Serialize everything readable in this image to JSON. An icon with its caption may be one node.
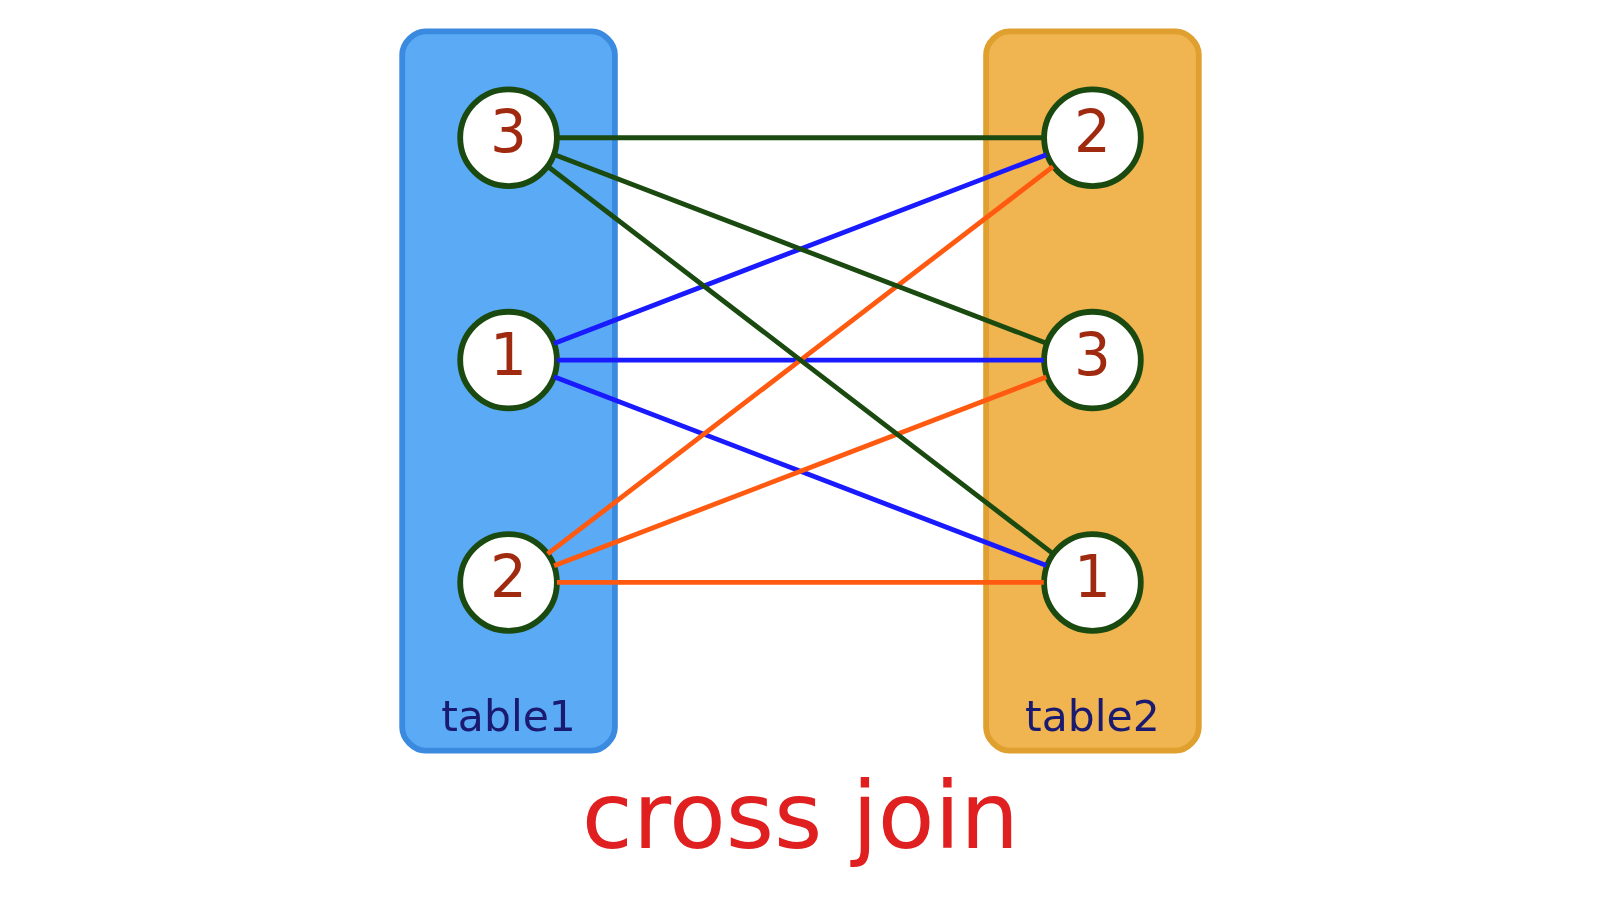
{
  "diagram": {
    "title": "cross join",
    "nodes": [
      {
        "text": [
          "table1"
        ]
      },
      {
        "text": [
          "1"
        ],
        "in": 0
      },
      {
        "text": [
          "2"
        ],
        "in": 0
      },
      {
        "text": [
          "3"
        ],
        "in": 0
      },
      {
        "text": [
          "table2"
        ]
      },
      {
        "text": [
          "1"
        ],
        "in": 4
      },
      {
        "text": [
          "2"
        ],
        "in": 4
      },
      {
        "text": [
          "3"
        ],
        "in": 4
      }
    ],
    "edges": [
      {
        "from": 1,
        "to": 5,
        "arrow": "none",
        "color": "#1a1aff"
      },
      {
        "from": 1,
        "to": 6,
        "arrow": "none",
        "color": "#1a1aff"
      },
      {
        "from": 1,
        "to": 7,
        "arrow": "none",
        "color": "#1a1aff"
      },
      {
        "from": 2,
        "to": 5,
        "arrow": "none",
        "color": "#ff5a10"
      },
      {
        "from": 2,
        "to": 6,
        "arrow": "none",
        "color": "#ff5a10"
      },
      {
        "from": 2,
        "to": 7,
        "arrow": "none",
        "color": "#ff5a10"
      },
      {
        "from": 3,
        "to": 5,
        "arrow": "none",
        "color": "#1a4a10"
      },
      {
        "from": 3,
        "to": 6,
        "arrow": "none",
        "color": "#1a4a10"
      },
      {
        "from": 3,
        "to": 7,
        "arrow": "none",
        "color": "#1a4a10"
      }
    ]
  }
}
